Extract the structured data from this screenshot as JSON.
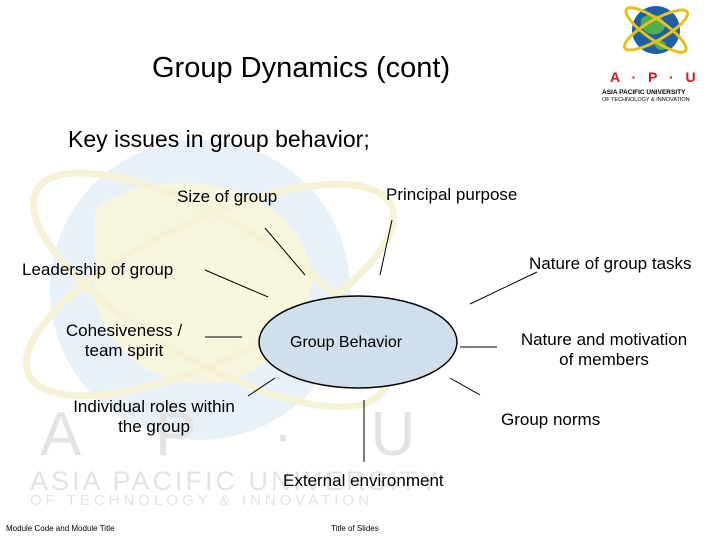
{
  "slide": {
    "title": "Group Dynamics (cont)",
    "subtitle": "Key issues in group behavior;",
    "center": "Group Behavior",
    "labels": {
      "size": "Size of group",
      "purpose": "Principal purpose",
      "leadership": "Leadership of group",
      "tasks": "Nature of group tasks",
      "cohesiveness_1": "Cohesiveness /",
      "cohesiveness_2": "team spirit",
      "motivation_1": "Nature and motivation",
      "motivation_2": "of members",
      "roles_1": "Individual roles within",
      "roles_2": "the group",
      "norms": "Group norms",
      "environment": "External environment"
    }
  },
  "logo": {
    "letters": "A · P · U",
    "line1": "ASIA PACIFIC UNIVERSITY",
    "line2": "OF TECHNOLOGY & INNOVATION"
  },
  "watermark": {
    "letters": "A P · U",
    "line1": "ASIA PACIFIC UNIVERSITY",
    "line2": "OF TECHNOLOGY & INNOVATION"
  },
  "footer": {
    "left": "Module Code and Module Title",
    "center": "Title of Slides"
  },
  "colors": {
    "ellipse_fill": "#cfe0ec",
    "watermark_blue": "#c9dced",
    "watermark_yellow": "#f6f2c8",
    "logo_red": "#cc1a1a",
    "logo_blue": "#1f5fa8"
  }
}
